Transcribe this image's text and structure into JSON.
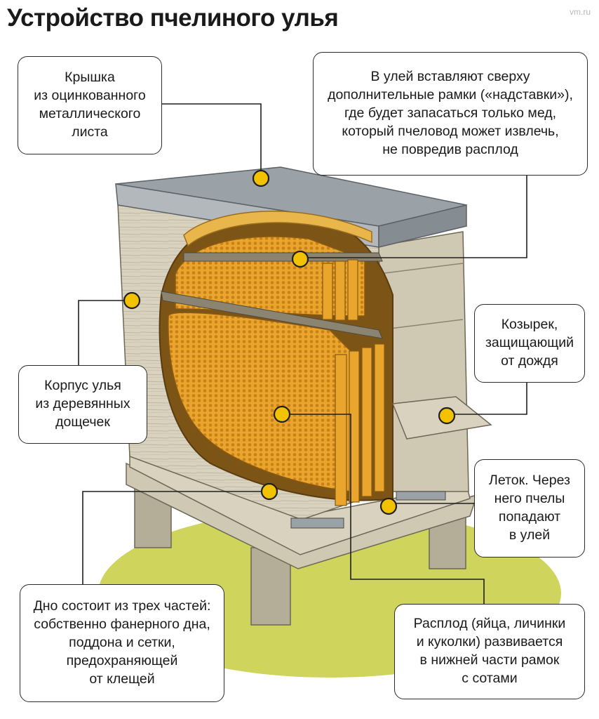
{
  "title": "Устройство пчелиного улья",
  "watermark": "vm.ru",
  "accent_colors": {
    "marker": "#f2c100",
    "honey": "#e9a52c",
    "roof": "#9aa2a8",
    "wood": "#d9d2bf",
    "grass": "#c6cc3f"
  },
  "callouts": {
    "roof": {
      "lines": [
        "Крышка",
        "из оцинкованного",
        "металлического",
        "листа"
      ]
    },
    "supers": {
      "lines": [
        "В улей вставляют сверху",
        "дополнительные рамки («надставки»),",
        "где будет запасаться только мед,",
        "который пчеловод может извлечь,",
        "не повредив расплод"
      ]
    },
    "visor": {
      "lines": [
        "Козырек,",
        "защищающий",
        "от дождя"
      ]
    },
    "body": {
      "lines": [
        "Корпус улья",
        "из деревянных",
        "дощечек"
      ]
    },
    "entrance": {
      "lines": [
        "Леток. Через",
        "него пчелы",
        "попадают",
        "в улей"
      ]
    },
    "bottom": {
      "lines": [
        "Дно состоит из трех частей:",
        "собственно фанерного дна,",
        "поддона и сетки,",
        "предохраняющей",
        "от клещей"
      ]
    },
    "brood": {
      "lines": [
        "Расплод (яйца, личинки",
        "и куколки) развивается",
        "в нижней части рамок",
        "с сотами"
      ]
    }
  }
}
